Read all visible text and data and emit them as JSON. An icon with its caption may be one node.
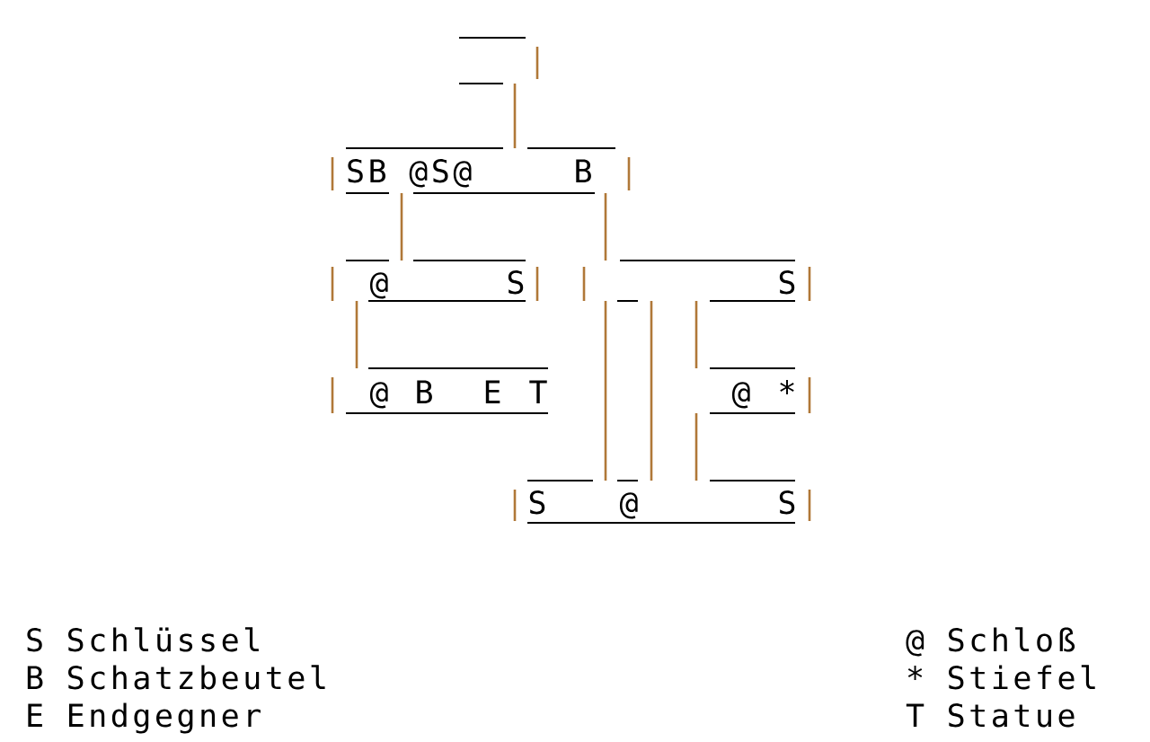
{
  "diagram": {
    "nodes": [
      {
        "text": [],
        "shape": "stairs"
      },
      {
        "text": [
          "SB @S@",
          "B"
        ]
      },
      {
        "text": [
          "@",
          "S"
        ]
      },
      {
        "text": [
          "S"
        ]
      },
      {
        "text": [
          "@",
          "B",
          "E",
          "T"
        ]
      },
      {
        "text": [
          "@",
          "*"
        ]
      },
      {
        "text": [
          "S",
          "@",
          "S"
        ]
      }
    ],
    "edges": [
      {
        "from": 0,
        "to": 1,
        "arrow": "none"
      },
      {
        "from": 1,
        "to": 2,
        "arrow": "none"
      },
      {
        "from": 1,
        "to": 3,
        "arrow": "none"
      },
      {
        "from": 2,
        "to": 4,
        "arrow": "none"
      },
      {
        "from": 3,
        "to": 5,
        "arrow": "none"
      },
      {
        "from": 3,
        "to": 6,
        "arrow": "none"
      },
      {
        "from": 3,
        "to": 6,
        "arrow": "none"
      },
      {
        "from": 5,
        "to": 6,
        "arrow": "none"
      }
    ],
    "legend": [
      {
        "text": "S Schlüssel"
      },
      {
        "text": "B Schatzbeutel"
      },
      {
        "text": "E Endgegner"
      },
      {
        "text": "@ Schloß"
      },
      {
        "text": "* Stiefel"
      },
      {
        "text": "T Statue"
      }
    ]
  }
}
